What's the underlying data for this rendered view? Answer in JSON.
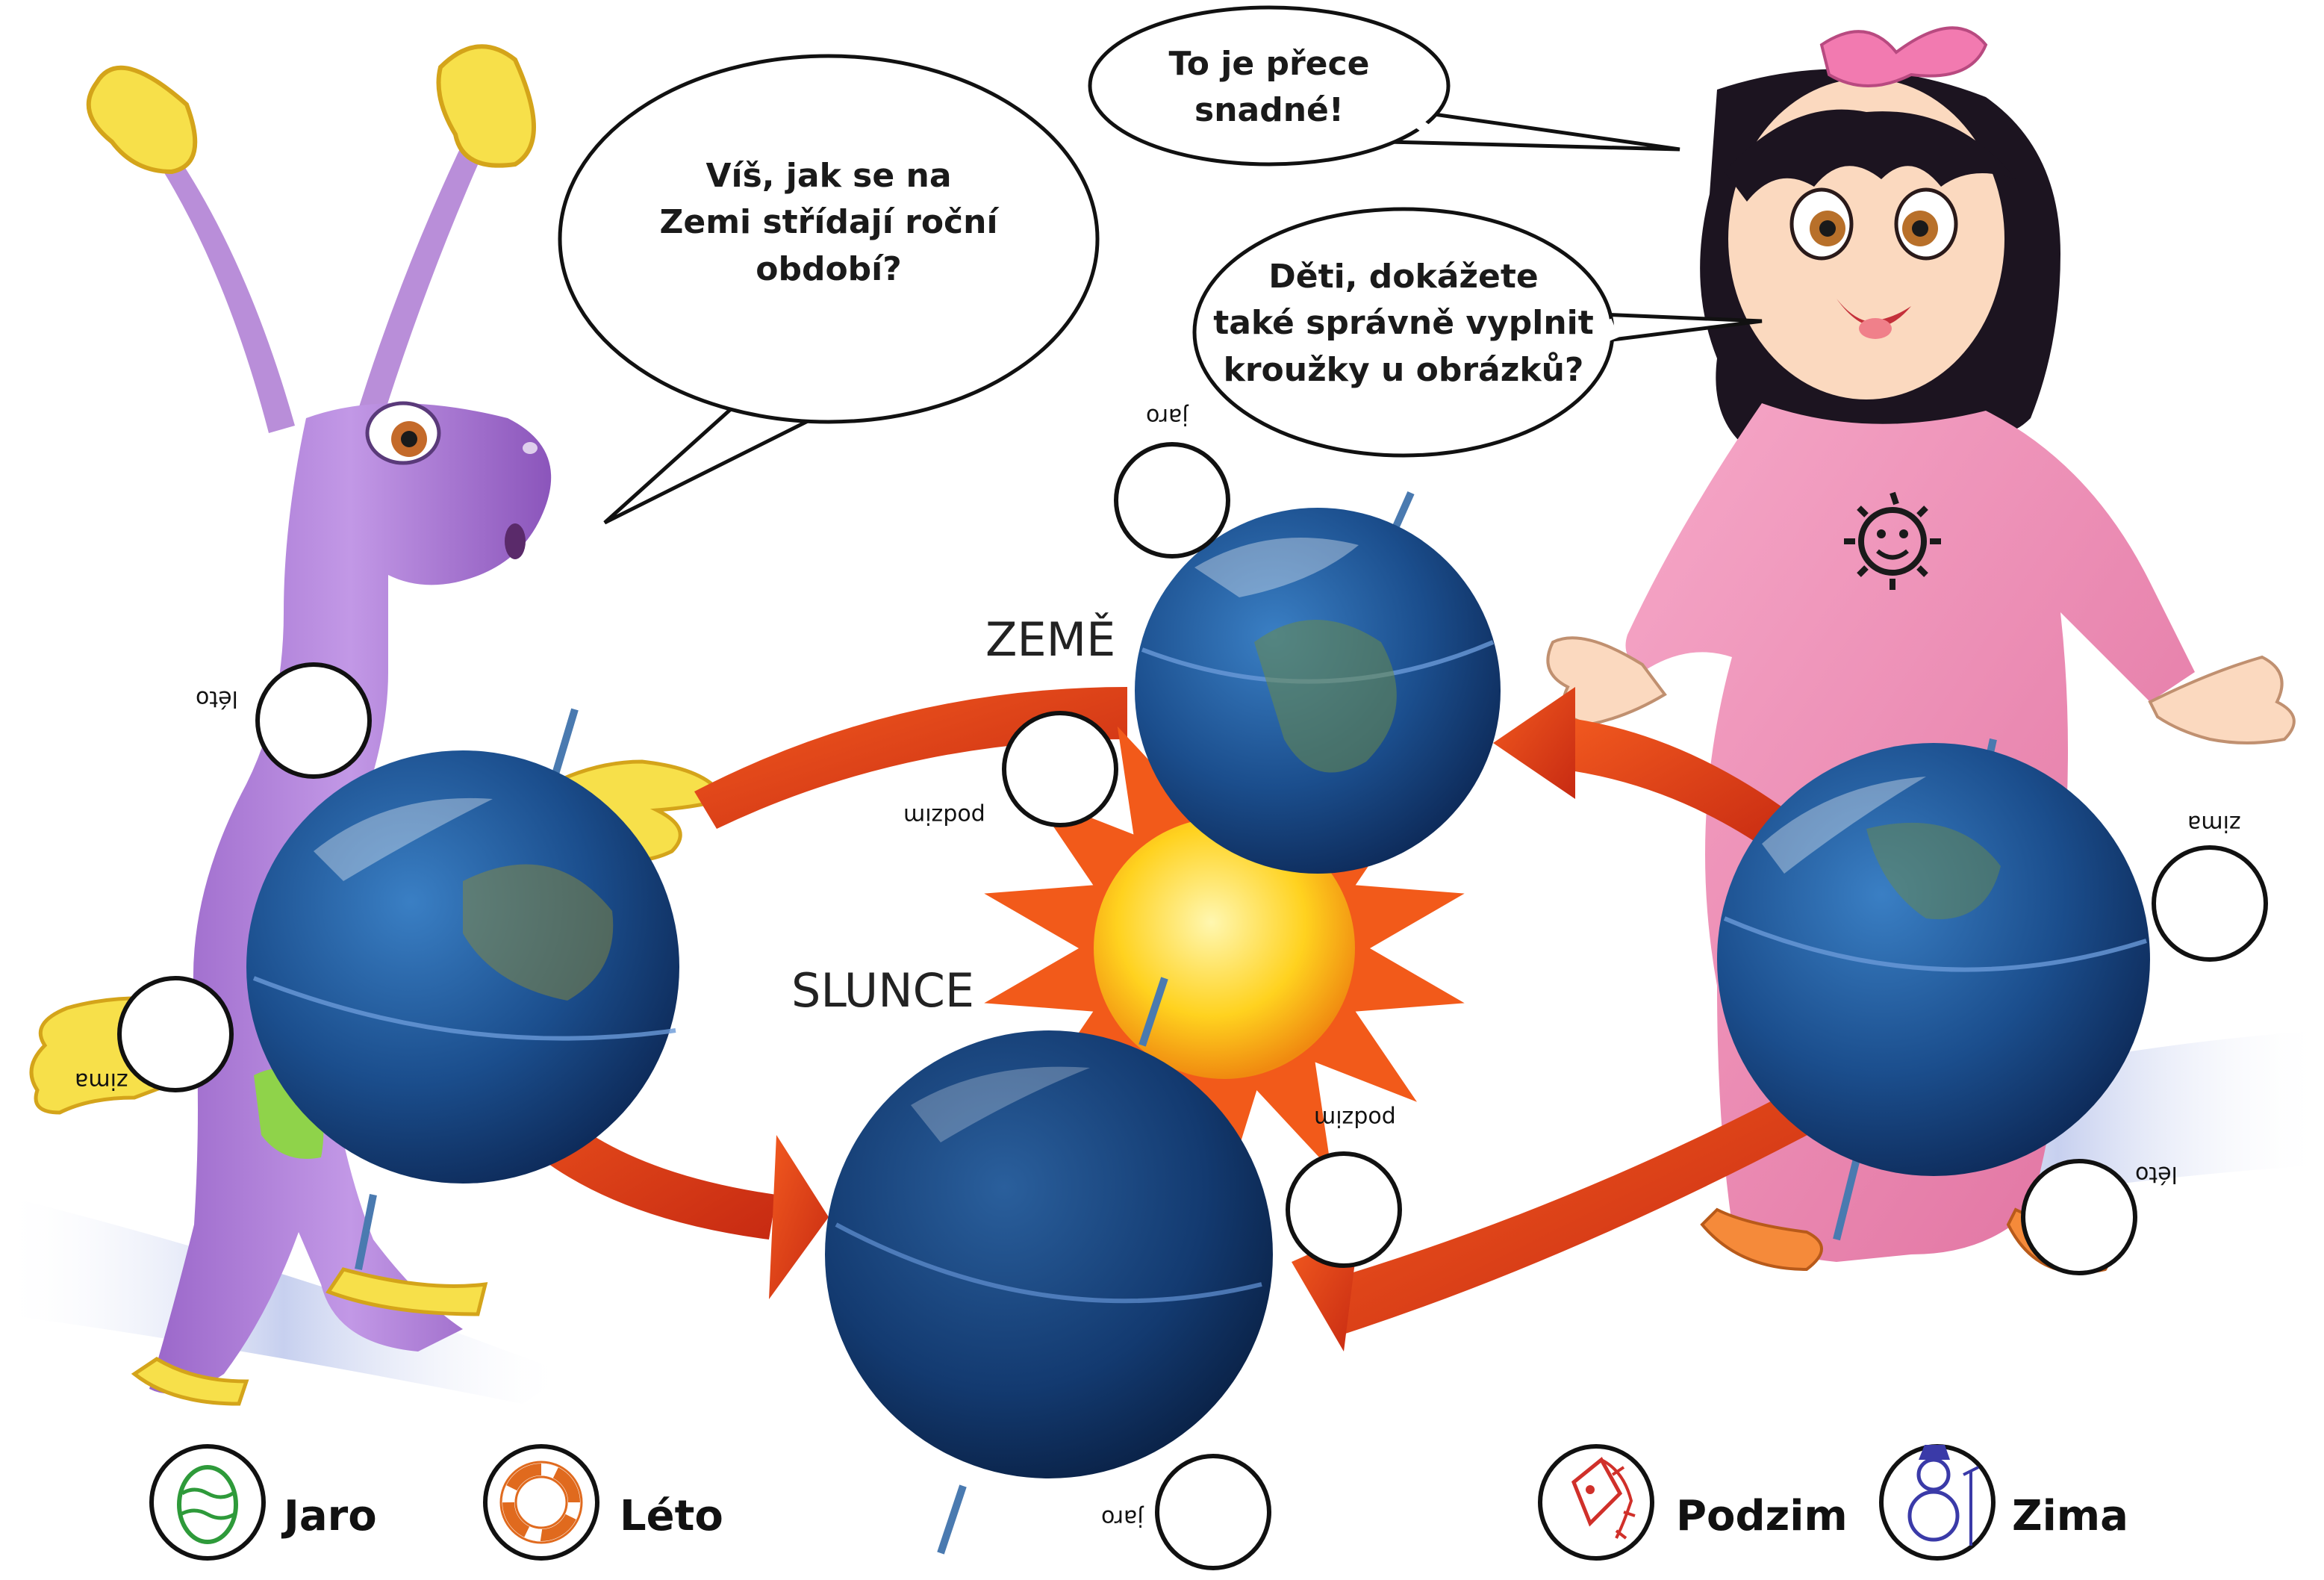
{
  "bubbles": {
    "alien": {
      "line1": "Víš, jak se na",
      "line2": "Zemi střídají roční",
      "line3": "období?"
    },
    "girl_top": {
      "line1": "To je přece",
      "line2": "snadné!"
    },
    "girl_middle": {
      "line1": "Děti, dokážete",
      "line2": "také správně vyplnit",
      "line3": "kroužky u obrázků?"
    }
  },
  "diagram": {
    "earth_label": "ZEMĚ",
    "sun_label": "SLUNCE",
    "season_labels": {
      "top_jaro": "jaro",
      "left_leto": "léto",
      "left_zima": "zima",
      "topleft_podzim": "podzim",
      "right_zima": "zima",
      "bottom_podzim": "podzim",
      "right_leto": "léto",
      "bottom_jaro": "jaro"
    }
  },
  "legend": {
    "jaro": "Jaro",
    "leto": "Léto",
    "podzim": "Podzim",
    "zima": "Zima"
  },
  "colors": {
    "arrow": "#e8431a",
    "earth": "#1d4f8f",
    "sun": "#ffd21f",
    "alien": "#b784d8",
    "girl": "#f08cb8",
    "legend_jaro": "#2e9a3a",
    "legend_leto": "#e06a1e",
    "legend_podzim": "#d0302a",
    "legend_zima": "#3a3aa8"
  }
}
